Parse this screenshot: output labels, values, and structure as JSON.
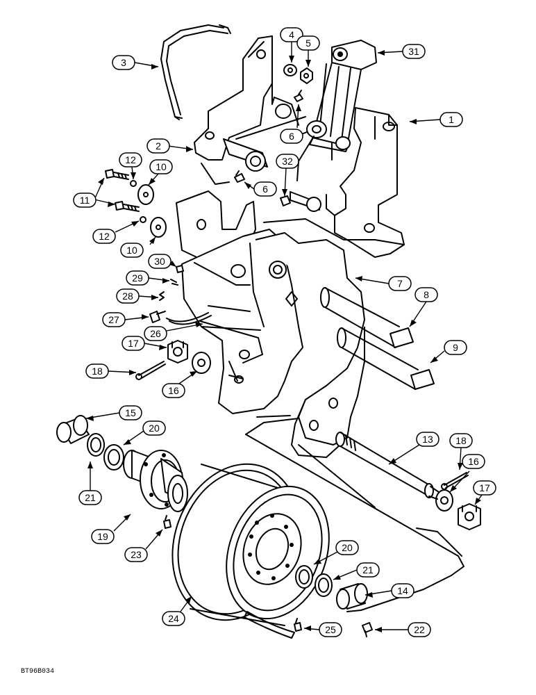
{
  "figure_code": "BT96B034",
  "callouts": [
    "1",
    "2",
    "3",
    "4",
    "5",
    "6",
    "6",
    "7",
    "8",
    "9",
    "10",
    "10",
    "11",
    "12",
    "12",
    "13",
    "14",
    "15",
    "16",
    "16",
    "17",
    "17",
    "18",
    "18",
    "19",
    "20",
    "20",
    "21",
    "21",
    "22",
    "23",
    "24",
    "25",
    "26",
    "27",
    "28",
    "29",
    "30",
    "31",
    "32"
  ]
}
